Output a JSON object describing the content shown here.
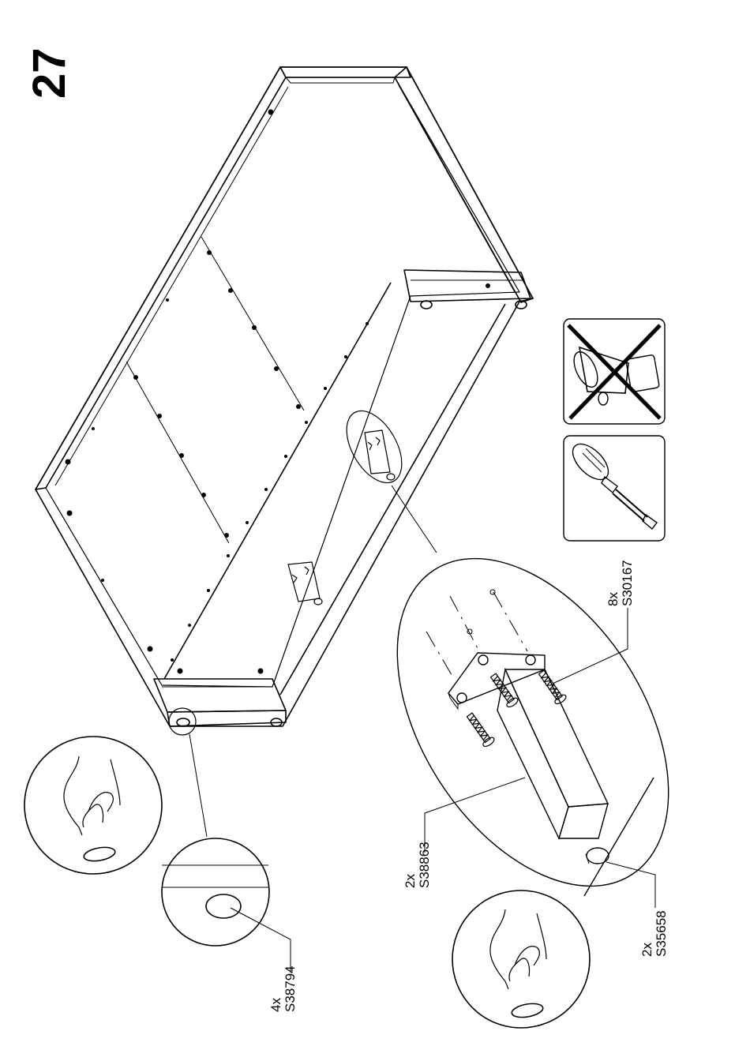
{
  "page": {
    "step_number": "27"
  },
  "tools": {
    "power_drill": {
      "icon": "power-drill-crossed-icon",
      "allowed": false
    },
    "screwdriver": {
      "icon": "screwdriver-icon",
      "allowed": true
    }
  },
  "parts": {
    "screw": {
      "qty": "8x",
      "code": "S30167"
    },
    "leg": {
      "qty": "2x",
      "code": "S38863"
    },
    "center_glide": {
      "qty": "2x",
      "code": "S35658"
    },
    "corner_glide": {
      "qty": "4x",
      "code": "S38794"
    }
  },
  "colors": {
    "line": "#000000",
    "background": "#ffffff"
  }
}
